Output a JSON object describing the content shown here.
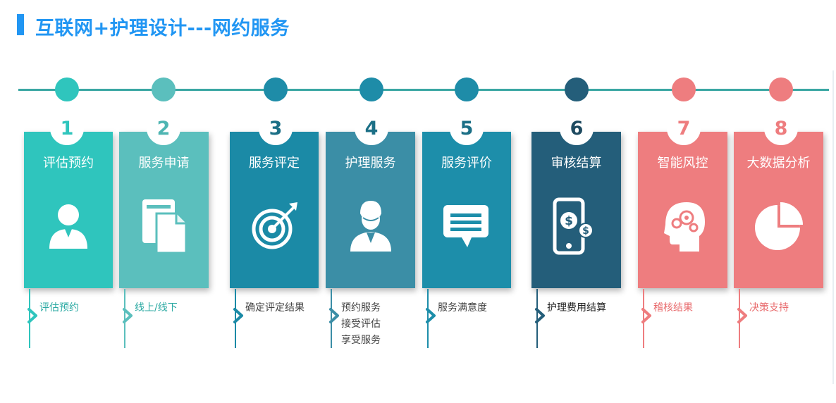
{
  "title": "互联网+护理设计---网约服务",
  "steps": [
    {
      "number": "1",
      "title": "评估预约",
      "desc": [
        "评估预约"
      ],
      "color": "#2fc5bd",
      "dot": "#2fc5bd",
      "num_color": "#2fc5bd",
      "desc_color": "#2aa9a2",
      "icon": "user-icon"
    },
    {
      "number": "2",
      "title": "服务申请",
      "desc": [
        "线上/线下"
      ],
      "color": "#5bbfbd",
      "dot": "#5bbfbd",
      "num_color": "#4eb5b2",
      "desc_color": "#2aa9a2",
      "icon": "document-icon"
    },
    {
      "number": "3",
      "title": "服务评定",
      "desc": [
        "确定评定结果"
      ],
      "color": "#1b8aa6",
      "dot": "#1e8ca8",
      "num_color": "#1b6f86",
      "desc_color": "#444444",
      "icon": "target-icon"
    },
    {
      "number": "4",
      "title": "护理服务",
      "desc": [
        "预约服务",
        "接受评估",
        "享受服务"
      ],
      "color": "#3b8ea6",
      "dot": "#1e8ca8",
      "num_color": "#1b6f86",
      "desc_color": "#444444",
      "icon": "nurse-icon"
    },
    {
      "number": "5",
      "title": "服务评价",
      "desc": [
        "服务满意度"
      ],
      "color": "#1d8eaa",
      "dot": "#1e8ca8",
      "num_color": "#1b6f86",
      "desc_color": "#444444",
      "icon": "comment-icon"
    },
    {
      "number": "6",
      "title": "审核结算",
      "desc": [
        "护理费用结算"
      ],
      "color": "#245e7a",
      "dot": "#245e7a",
      "num_color": "#1e4a60",
      "desc_color": "#222222",
      "icon": "payment-icon"
    },
    {
      "number": "7",
      "title": "智能风控",
      "desc": [
        "稽核结果"
      ],
      "color": "#ee7d7f",
      "dot": "#ee7d7f",
      "num_color": "#ee7d7f",
      "desc_color": "#e86a6c",
      "icon": "brain-icon"
    },
    {
      "number": "8",
      "title": "大数据分析",
      "desc": [
        "决策支持"
      ],
      "color": "#ee7d7f",
      "dot": "#ee7d7f",
      "num_color": "#ee7d7f",
      "desc_color": "#e86a6c",
      "icon": "pie-chart-icon"
    }
  ]
}
